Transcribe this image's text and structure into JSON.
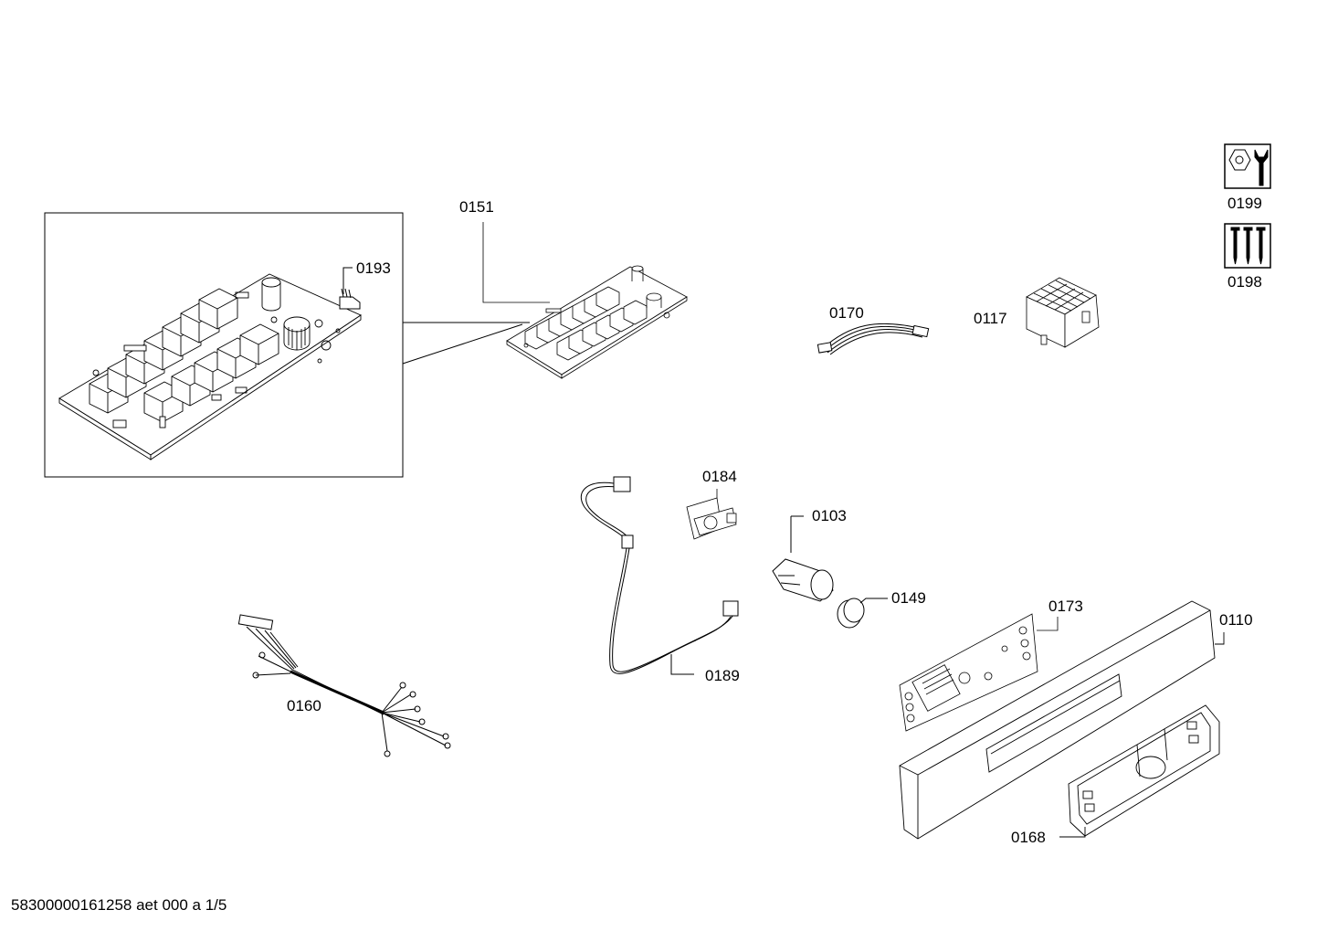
{
  "labels": {
    "p0151": "0151",
    "p0193": "0193",
    "p0170": "0170",
    "p0117": "0117",
    "p0199": "0199",
    "p0198": "0198",
    "p0184": "0184",
    "p0103": "0103",
    "p0149": "0149",
    "p0173": "0173",
    "p0110": "0110",
    "p0189": "0189",
    "p0160": "0160",
    "p0168": "0168"
  },
  "footer": "58300000161258 aet 000 a 1/5",
  "icons": {
    "tool_icon": "wrench-nut-icon",
    "screws_icon": "screws-icon"
  }
}
